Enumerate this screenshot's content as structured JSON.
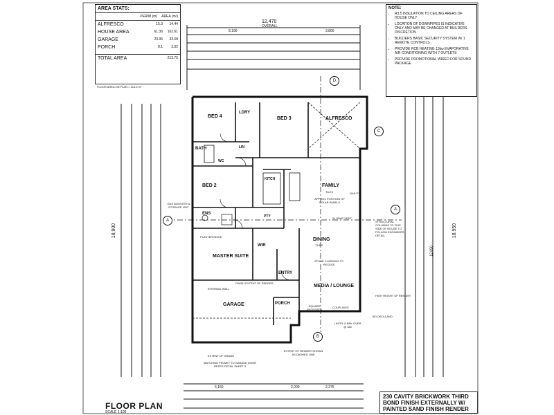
{
  "area_stats": {
    "title": "AREA STATS:",
    "col1": "PERIM (m)",
    "col2": "AREA (m²)",
    "rows": [
      {
        "name": "ALFRESCO",
        "perim": "15.3",
        "area": "14.44"
      },
      {
        "name": "HOUSE AREA",
        "perim": "61.36",
        "area": "162.61"
      },
      {
        "name": "GARAGE",
        "perim": "23.36",
        "area": "33.68"
      },
      {
        "name": "PORCH",
        "perim": "8.1",
        "area": "3.32"
      }
    ],
    "total_label": "TOTAL AREA",
    "total_value": "213.75",
    "floor_area_note": "FLOOR AREA ON PLAN = 213.6 m²"
  },
  "notes": {
    "title": "NOTE:",
    "items": [
      "R3.5 INSULATION TO CEILING AREAS OF HOUSE ONLY",
      "LOCATION OF DOWNPIPES IS INDICATIVE ONLY AND MAY BE CHANGED AT BUILDERS DISCRETION",
      "BUILDERS BASIC SECURITY SYSTEM W/ 1 REMOTE CONTROLS",
      "PROVIDE RCB HEATING 13kw EVAPORATIVE AIR CONDITIONING WITH 7 OUTLETS",
      "PROVIDE PROMOTIONAL WIRED FOR SOUND PACKAGE"
    ]
  },
  "brick_note": [
    "230 CAVITY BRICKWORK THIRD",
    "BOND FINISH EXTERNALLY W/",
    "PAINTED SAND FINISH RENDER"
  ],
  "plan_title": "FLOOR PLAN",
  "plan_scale": "SCALE 1:100",
  "dims": {
    "overall_top": "12,470",
    "overall_label": "OVERALL",
    "top_left": "8,190",
    "top_right": "3,800",
    "left_overall": "18,900",
    "right_overall": "18,950",
    "right_mid": "12,890",
    "bottom_a": "6,150",
    "bottom_b": "2,000",
    "bottom_c": "2,375"
  },
  "rooms": {
    "bed4": "BED 4",
    "bed3": "BED 3",
    "bed2": "BED 2",
    "ldry": "LDRY",
    "bath": "BATH",
    "wc": "WC",
    "lin": "LIN",
    "alfresco": "ALFRESCO",
    "family": "FAMILY",
    "kitch": "KITCH",
    "pantry": "PTY",
    "ens": "ENS",
    "wir": "WIR",
    "master": "MASTER SUITE",
    "dining": "DINING",
    "entry": "ENTRY",
    "media": "MEDIA / LOUNGE",
    "garage": "GARAGE",
    "porch": "PORCH",
    "tiles": "TILES"
  },
  "annotations": {
    "gas_booster": "GAS BOOSTER & STORAGE UNIT",
    "approx_slab": "APPROX POSITION OF SOLAR PANELS",
    "stone_cladding": "STONE CLADDING TO RECESS",
    "structural": "STRUCTURAL COLUMNS TO THIS SIDE OF HOUSE TO FOLLOW ENGINEERS DETAIL",
    "finish_render": "FINISH EXTENT OF RENDER",
    "matching": "MATCHING PELMET TO GARAGE DOOR REFER DETAIL SHEET 3",
    "extent_render": "EXTENT OF RENDER SHOWN AS DASHED LINE",
    "extent_grano": "EXTENT OF GRANO",
    "garage_detail": "INTERNAL WALL",
    "rear_door": "HIGH HEIGHT OF RENDER",
    "lintel": "LINTEL & BRK OVER @ 350",
    "couplings": "COUPLINGS",
    "bo_drain": "BO DROLLAND",
    "square": "SQUARE RECESSED",
    "entry_plaster": "PLASTER NICHE",
    "gas_pt": "GAS PT",
    "skylight": "2x SNAP VENT"
  },
  "markers": {
    "a_left": "A",
    "a_right": "A",
    "b_bottom": "B",
    "c_right": "C",
    "d_top": "D"
  }
}
